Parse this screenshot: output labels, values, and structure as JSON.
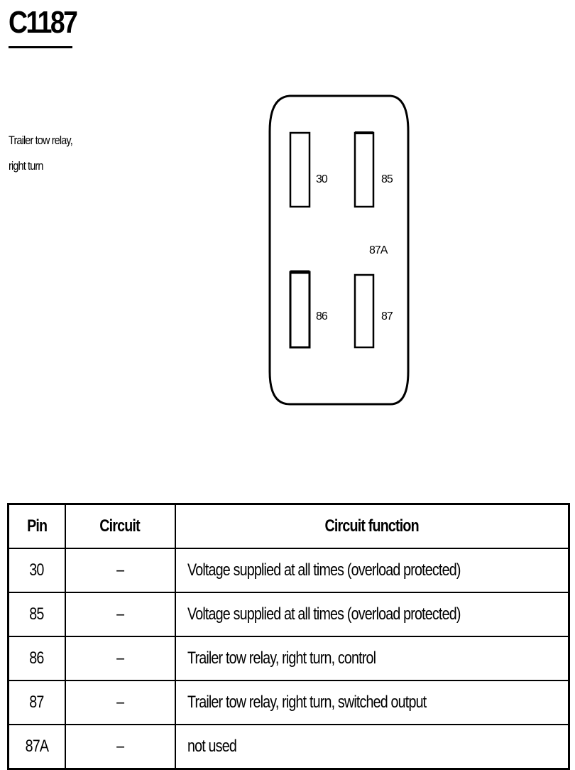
{
  "connector": {
    "id": "C1187",
    "description_line1": "Trailer tow relay,",
    "description_line2": "right turn"
  },
  "diagram": {
    "pin_labels": [
      "30",
      "85",
      "87A",
      "86",
      "87"
    ]
  },
  "table": {
    "headers": [
      "Pin",
      "Circuit",
      "Circuit function"
    ],
    "rows": [
      {
        "pin": "30",
        "circuit": "–",
        "function": "Voltage supplied at all times (overload protected)"
      },
      {
        "pin": "85",
        "circuit": "–",
        "function": "Voltage supplied at all times (overload protected)"
      },
      {
        "pin": "86",
        "circuit": "–",
        "function": "Trailer tow relay, right turn, control"
      },
      {
        "pin": "87",
        "circuit": "–",
        "function": "Trailer tow relay, right turn, switched output"
      },
      {
        "pin": "87A",
        "circuit": "–",
        "function": "not used"
      }
    ]
  }
}
